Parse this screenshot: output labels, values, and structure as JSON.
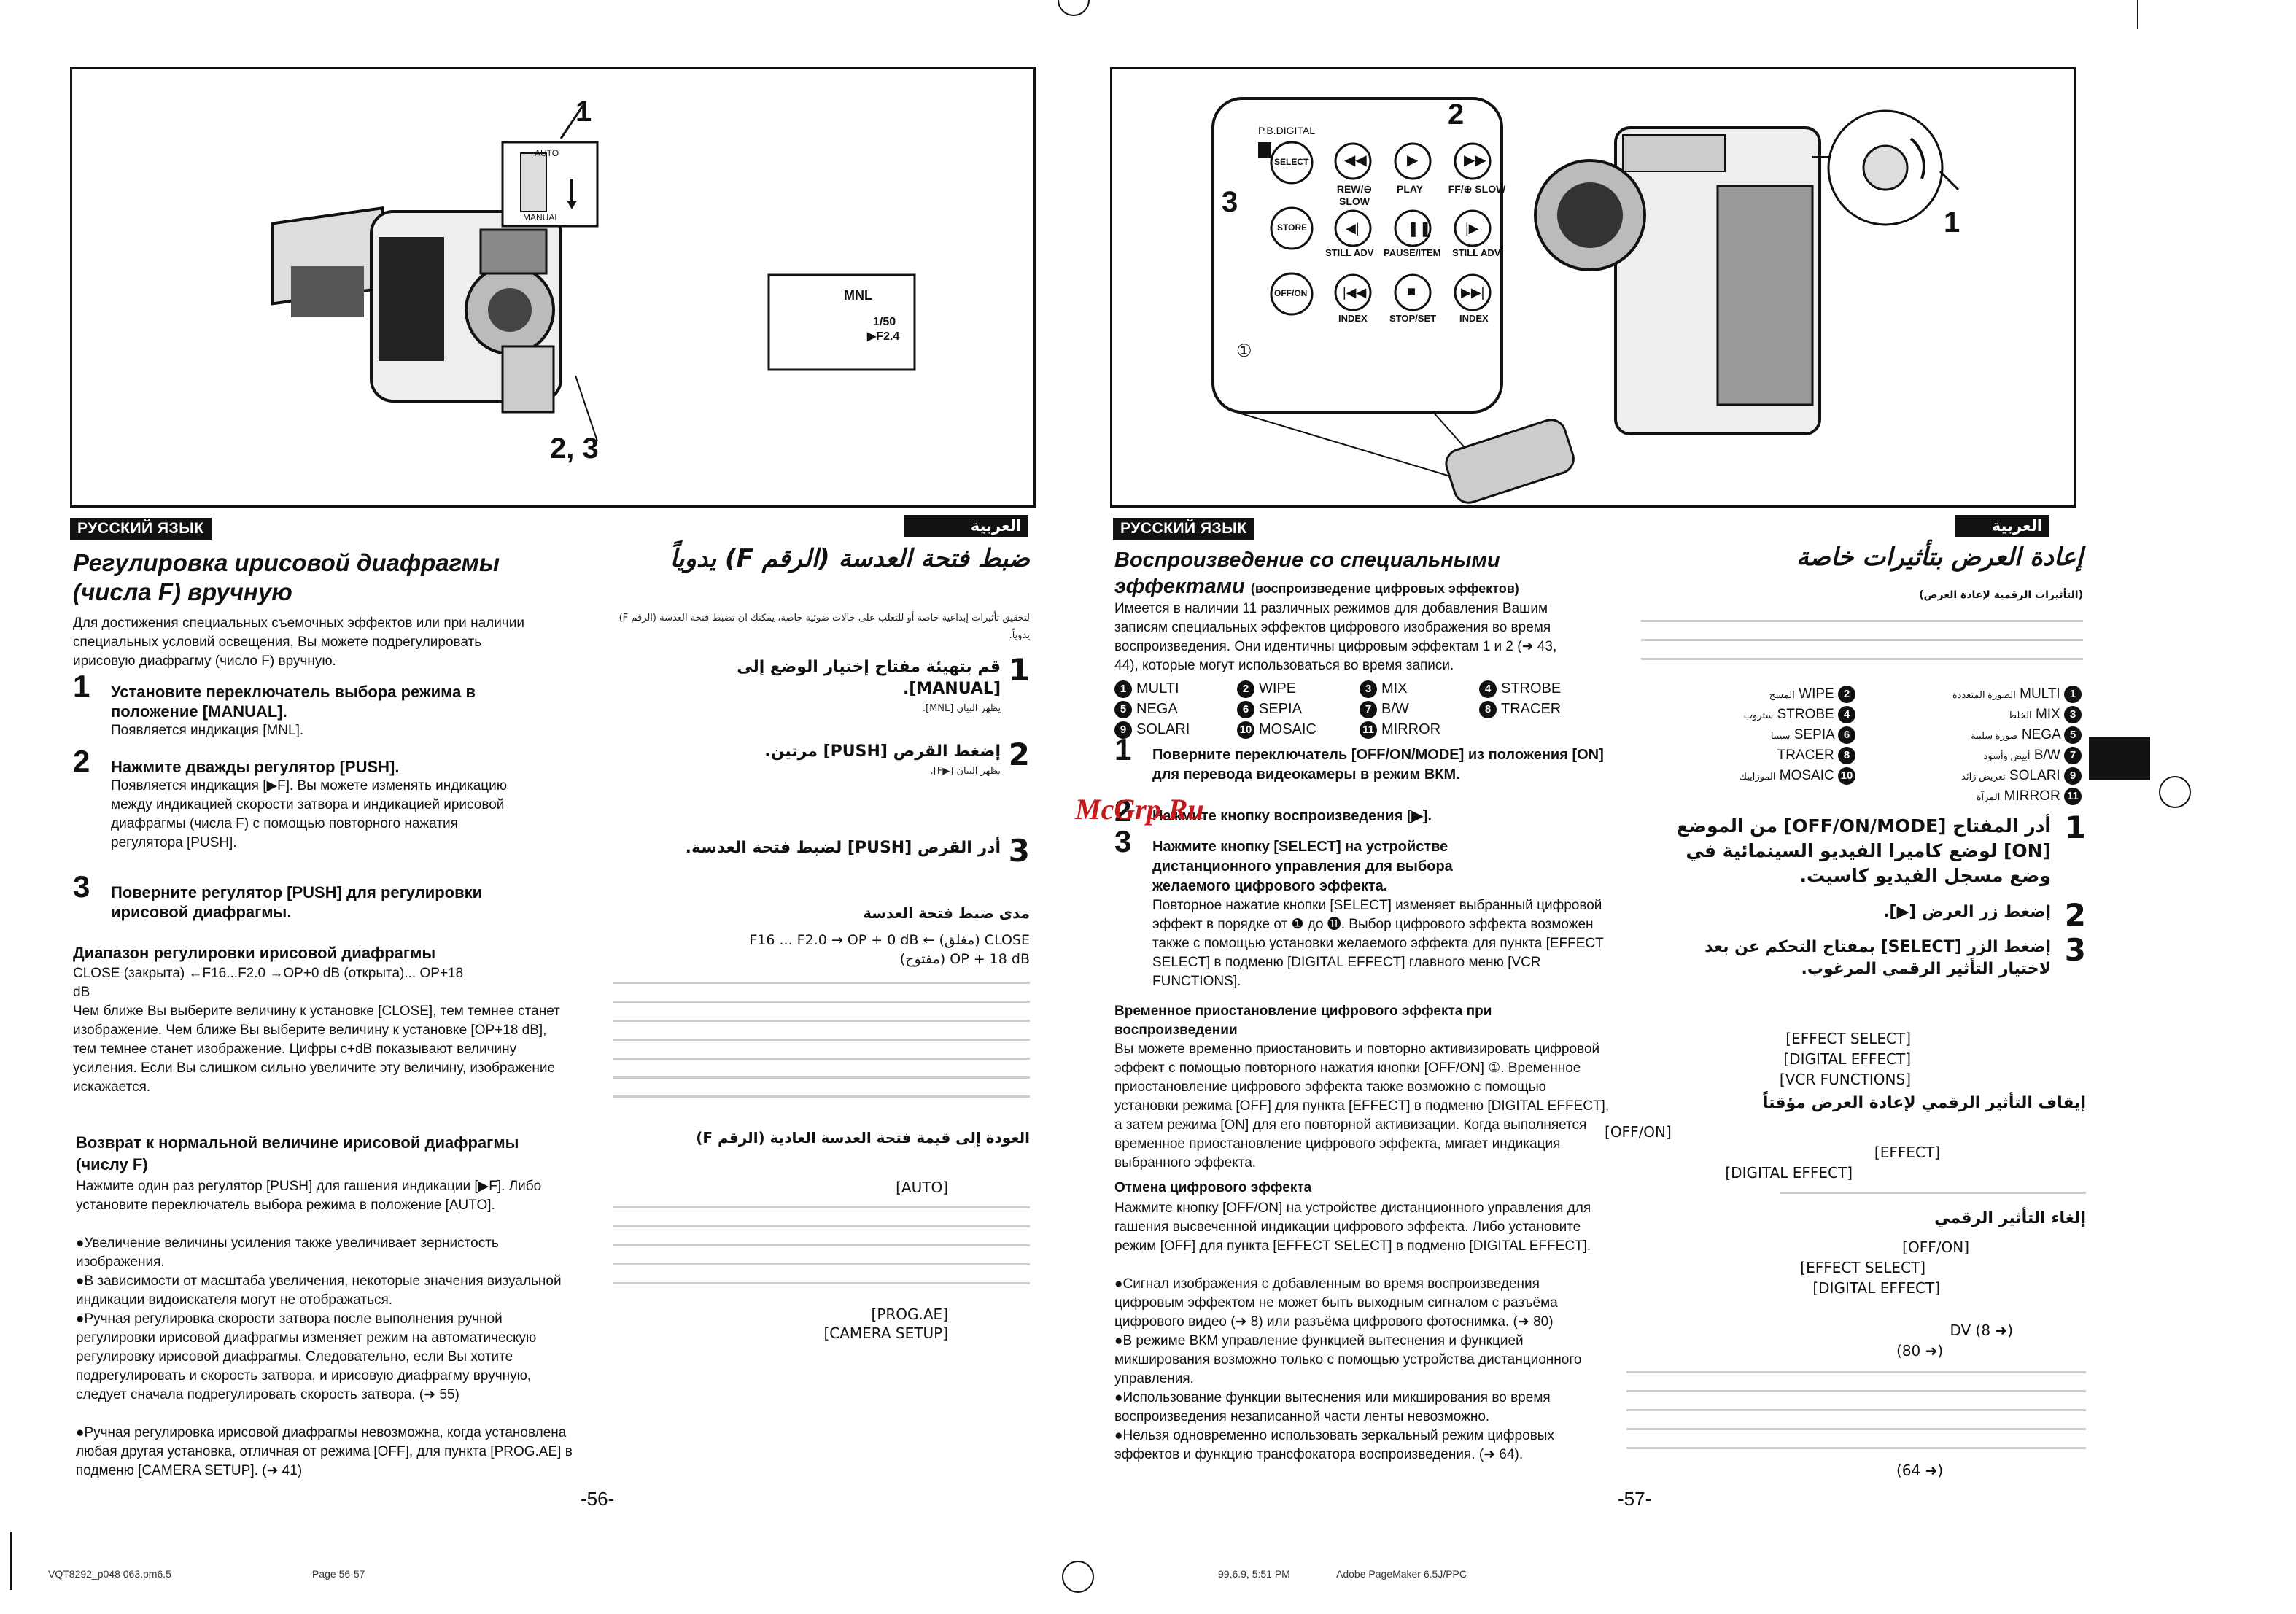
{
  "left_page": {
    "figure": {
      "callout_1": "1",
      "callout_23": "2, 3",
      "switch_auto": "AUTO",
      "switch_manual": "MANUAL",
      "display_mode": "MNL",
      "display_shutter": "1/50",
      "display_f": "▶F2.4"
    },
    "lang_tag_ru": "РУССКИЙ ЯЗЫК",
    "lang_tag_ar": "العربية",
    "title_ru_1": "Регулировка ирисовой диафрагмы",
    "title_ru_2": "(числа F) вручную",
    "intro_ru": "Для достижения специальных съемочных эффектов или при наличии специальных условий освещения, Вы можете подрегулировать ирисовую диафрагму (число F) вручную.",
    "steps_ru": [
      {
        "num": "1",
        "text": "Установите переключатель выбора режима в положение [MANUAL].",
        "sub": "Появляется индикация [MNL]."
      },
      {
        "num": "2",
        "text": "Нажмите дважды регулятор [PUSH].",
        "sub": "Появляется индикация [▶F]. Вы можете изменять индикацию между индикацией скорости затвора и индикацией ирисовой диафрагмы (числа F) с помощью повторного нажатия регулятора [PUSH]."
      },
      {
        "num": "3",
        "text": "Поверните регулятор [PUSH] для регулировки ирисовой диафрагмы.",
        "sub": ""
      }
    ],
    "range_heading": "Диапазон регулировки ирисовой диафрагмы",
    "range_text": "CLOSE (закрыта) ←F16...F2.0 →OP+0 dB (открыта)... OP+18 dB",
    "range_notes": "Чем ближе Вы выберите величину к установке [CLOSE], тем темнее станет изображение. Чем ближе Вы выберите величину к установке [OP+18 dB], тем темнее станет изображение. Цифры с+dB показывают величину усиления. Если Вы слишком сильно увеличите эту величину, изображение искажается.",
    "return_heading": "Возврат к нормальной величине ирисовой диафрагмы (числу F)",
    "return_text": "Нажмите один раз регулятор [PUSH] для гашения индикации [▶F]. Либо установите переключатель выбора режима в положение [AUTO].",
    "bullets_ru": [
      "●Увеличение величины усиления также увеличивает зернистость изображения.",
      "●В зависимости от масштаба увеличения, некоторые значения визуальной индикации видоискателя могут не отображаться.",
      "●Ручная регулировка скорости затвора после выполнения ручной регулировки ирисовой диафрагмы изменяет режим на автоматическую регулировку ирисовой диафрагмы. Следовательно, если Вы хотите подрегулировать и скорость затвора, и ирисовую диафрагму вручную, следует сначала подрегулировать скорость затвора. (➜ 55)",
      "●Ручная регулировка ирисовой диафрагмы невозможна, когда установлена любая другая установка, отличная от режима [OFF], для пункта [PROG.AE] в подменю [CAMERA SETUP]. (➜ 41)"
    ],
    "title_ar": "ضبط فتحة العدسة (الرقم F) يدوياً",
    "intro_ar": "لتحقيق تأثيرات إبداعية خاصة أو للتغلب على حالات ضوئية خاصة، يمكنك ان تضبط فتحة العدسة (الرقم F) يدوياً.",
    "steps_ar": [
      {
        "num": "1",
        "text": "قم بتهيئة مفتاح إختيار الوضع إلى [MANUAL].",
        "sub": "يظهر البيان [MNL]."
      },
      {
        "num": "2",
        "text": "إضغط القرص [PUSH] مرتين.",
        "sub": "يظهر البيان [▶F]."
      },
      {
        "num": "3",
        "text": "أدر القرص [PUSH] لضبط فتحة العدسة.",
        "sub": ""
      }
    ],
    "range_heading_ar": "مدى ضبط فتحة العدسة",
    "range_ar_1": "CLOSE (مغلق) ← F16 ... F2.0 → OP + 0 dB",
    "range_ar_2": "OP + 18 dB (مفتوح)",
    "return_heading_ar": "العودة إلى قيمة فتحة العدسة العادية (الرقم F)",
    "ar_bracket_1": "[AUTO]",
    "ar_bracket_2": "[PROG.AE]",
    "ar_bracket_3": "[CAMERA SETUP]",
    "page_number": "-56-"
  },
  "right_page": {
    "figure": {
      "callout_1": "1",
      "callout_2": "2",
      "callout_3": "3",
      "pb_digital": "P.B.DIGITAL",
      "remote_select": "SELECT",
      "remote_store": "STORE",
      "remote_offon": "OFF/ON",
      "rew_label": "REW/⊖ SLOW",
      "play_label": "PLAY",
      "ff_label": "FF/⊕ SLOW",
      "still_adv_l": "STILL ADV",
      "pause_label": "PAUSE/ITEM",
      "still_adv_r": "STILL ADV",
      "index_l": "INDEX",
      "stopset": "STOP/SET",
      "index_r": "INDEX",
      "circle_1": "①"
    },
    "lang_tag_ru": "РУССКИЙ ЯЗЫК",
    "lang_tag_ar": "العربية",
    "title_ru_1": "Воспроизведение со специальными",
    "title_ru_2": "эффектами",
    "title_ru_note": "(воспроизведение цифровых эффектов)",
    "intro_ru": "Имеется в наличии 11 различных режимов для добавления Вашим записям специальных эффектов цифрового изображения во время воспроизведения. Они идентичны цифровым эффектам 1 и 2 (➜ 43, 44), которые могут использоваться во время записи.",
    "effects": [
      {
        "n": "1",
        "label": "MULTI"
      },
      {
        "n": "2",
        "label": "WIPE"
      },
      {
        "n": "3",
        "label": "MIX"
      },
      {
        "n": "4",
        "label": "STROBE"
      },
      {
        "n": "5",
        "label": "NEGA"
      },
      {
        "n": "6",
        "label": "SEPIA"
      },
      {
        "n": "7",
        "label": "B/W"
      },
      {
        "n": "8",
        "label": "TRACER"
      },
      {
        "n": "9",
        "label": "SOLARI"
      },
      {
        "n": "10",
        "label": "MOSAIC"
      },
      {
        "n": "11",
        "label": "MIRROR"
      }
    ],
    "steps_ru": [
      {
        "num": "1",
        "text": "Поверните переключатель [OFF/ON/MODE] из положения [ON] для перевода видеокамеры в режим ВКМ.",
        "sub": ""
      },
      {
        "num": "2",
        "text": "Нажмите кнопку воспроизведения [▶].",
        "sub": ""
      },
      {
        "num": "3",
        "text": "Нажмите кнопку [SELECT] на устройстве дистанционного управления для выбора желаемого цифрового эффекта.",
        "sub": "Повторное нажатие кнопки [SELECT] изменяет выбранный цифровой эффект в порядке от ❶ до ⓫. Выбор цифрового эффекта возможен также с помощью установки желаемого эффекта для пункта [EFFECT SELECT] в подменю [DIGITAL EFFECT] главного меню [VCR FUNCTIONS]."
      }
    ],
    "pause_heading": "Временное приостановление цифрового эффекта при воспроизведении",
    "pause_text": "Вы можете временно приостановить и повторно активизировать цифровой эффект с помощью повторного нажатия кнопки [OFF/ON] ①. Временное приостановление цифрового эффекта также возможно с помощью установки режима [OFF] для пункта [EFFECT] в подменю [DIGITAL EFFECT], а затем режима [ON] для его повторной активизации. Когда выполняется временное приостановление цифрового эффекта, мигает индикация выбранного эффекта.",
    "cancel_heading": "Отмена цифрового эффекта",
    "cancel_text": "Нажмите кнопку [OFF/ON] на устройстве дистанционного управления для гашения высвеченной индикации цифрового эффекта. Либо установите режим [OFF] для пункта [EFFECT SELECT] в подменю [DIGITAL EFFECT].",
    "bullets_ru": [
      "●Сигнал изображения с добавленным во время воспроизведения цифровым эффектом не может быть выходным сигналом с разъёма цифрового видео (➜ 8) или разъёма цифрового фотоснимка. (➜ 80)",
      "●В режиме ВКМ управление функцией вытеснения и функцией микширования возможно только с помощью устройства дистанционного управления.",
      "●Использование функции вытеснения или микширования во время воспроизведения незаписанной части ленты невозможно.",
      "●Нельзя одновременно использовать зеркальный режим цифровых эффектов и функцию трансфокатора воспроизведения. (➜ 64)."
    ],
    "title_ar": "إعادة العرض بتأثيرات خاصة",
    "subtitle_ar": "(التأثيرات الرقمية لإعادة العرض)",
    "effects_ar": [
      {
        "n": "1",
        "ar": "الصورة المتعددة",
        "en": "MULTI"
      },
      {
        "n": "2",
        "ar": "المسح",
        "en": "WIPE"
      },
      {
        "n": "3",
        "ar": "الخلط",
        "en": "MIX"
      },
      {
        "n": "4",
        "ar": "ستروب",
        "en": "STROBE"
      },
      {
        "n": "5",
        "ar": "صورة سلبية",
        "en": "NEGA"
      },
      {
        "n": "6",
        "ar": "سيبيا",
        "en": "SEPIA"
      },
      {
        "n": "7",
        "ar": "أبيض وأسود",
        "en": "B/W"
      },
      {
        "n": "8",
        "ar": "",
        "en": "TRACER"
      },
      {
        "n": "9",
        "ar": "تعريض زائد",
        "en": "SOLARI"
      },
      {
        "n": "10",
        "ar": "الموزاييك",
        "en": "MOSAIC"
      },
      {
        "n": "11",
        "ar": "المرآة",
        "en": "MIRROR"
      }
    ],
    "steps_ar": [
      {
        "num": "1",
        "text": "أدر المفتاح [OFF/ON/MODE] من الموضع [ON] لوضع كاميرا الفيديو السينمائية في وضع مسجل الفيديو كاسيت."
      },
      {
        "num": "2",
        "text": "إضغط زر العرض [▶]."
      },
      {
        "num": "3",
        "text": "إضغط الزر [SELECT] بمفتاح التحكم عن بعد لاختيار التأثير الرقمي المرغوب."
      }
    ],
    "ar_bracket_1": "[EFFECT SELECT]",
    "ar_bracket_2": "[DIGITAL EFFECT]",
    "ar_bracket_3": "[VCR FUNCTIONS]",
    "pause_heading_ar": "إيقاف التأثير الرقمي لإعادة العرض مؤقتاً",
    "ar_bracket_4": "[OFF/ON]",
    "ar_bracket_5": "[EFFECT]",
    "ar_bracket_6": "[DIGITAL EFFECT]",
    "cancel_heading_ar": "إلغاء التأثير الرقمي",
    "ar_bracket_7": "[OFF/ON]",
    "ar_bracket_8": "[EFFECT SELECT]",
    "ar_bracket_9": "[DIGITAL EFFECT]",
    "ar_ref_1": "(➜ 8) DV",
    "ar_ref_2": "(➜ 80)",
    "ar_ref_3": "(➜ 64)",
    "page_number": "-57-"
  },
  "watermark": "McGrp.Ru",
  "footer": {
    "file": "VQT8292_p048 063.pm6.5",
    "pages": "Page 56-57",
    "date": "99.6.9, 5:51 PM",
    "app": "Adobe PageMaker 6.5J/PPC"
  }
}
